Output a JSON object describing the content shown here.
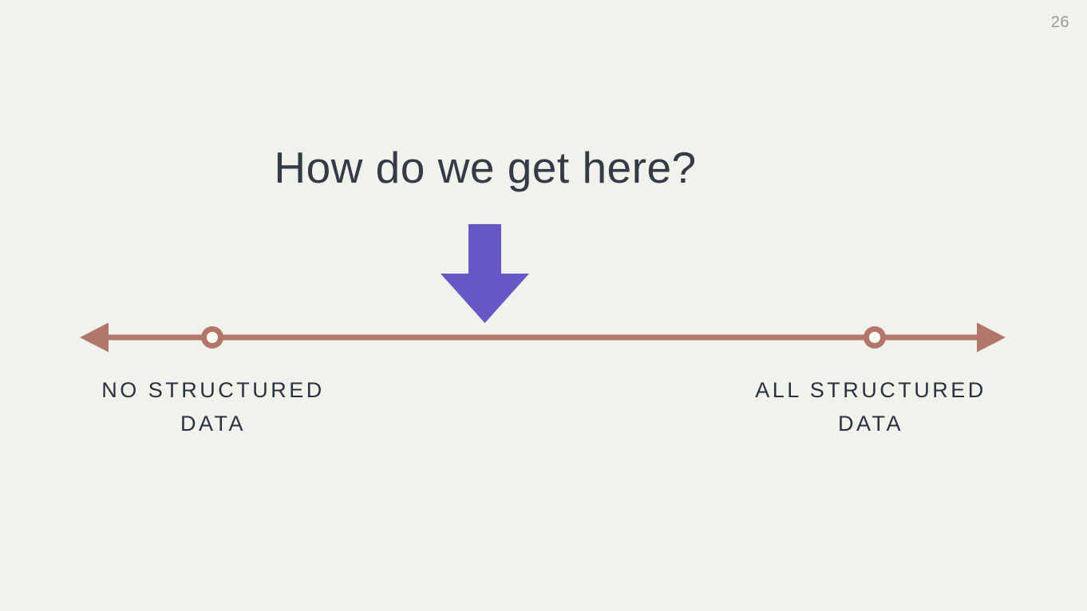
{
  "page": {
    "number": "26",
    "background_color": "#f1f2ec"
  },
  "title": {
    "text": "How do we get here?",
    "color": "#343a46"
  },
  "down_arrow": {
    "meaning": "points from title to spectrum line",
    "color": "#6659c6"
  },
  "spectrum": {
    "line_color": "#b3766a",
    "marker_fill": "#fcfcf7",
    "left_label": {
      "lines": [
        "NO STRUCTURED",
        "DATA"
      ]
    },
    "right_label": {
      "lines": [
        "ALL STRUCTURED",
        "DATA"
      ]
    },
    "label_color": "#2a3040"
  }
}
